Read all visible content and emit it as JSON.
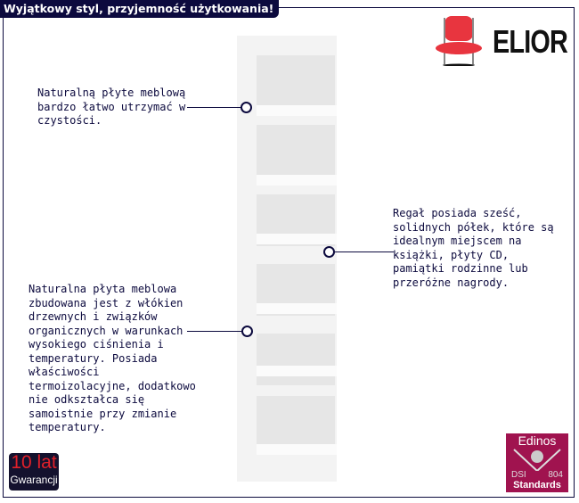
{
  "header": {
    "title": "Wyjątkowy styl, przyjemność użytkowania!"
  },
  "brand": {
    "name": "ELIOR"
  },
  "callouts": [
    "Naturalną płyte meblową bardzo łatwo utrzymać w czystości.",
    "Regał posiada sześć, solidnych półek, które są idealnym miejscem na książki, płyty CD, pamiątki rodzinne lub przeróżne nagrody.",
    "Naturalna płyta meblowa zbudowana jest z włókien drzewnych i związków organicznych w warunkach wysokiego ciśnienia i temperatury. Posiada właściwości termoizolacyjne, dodatkowo nie odkształca się samoistnie przy zmianie temperatury."
  ],
  "warranty": {
    "years": "10 lat",
    "label": "Gwarancji"
  },
  "edinos": {
    "title": "Edinos",
    "left": "DSI",
    "right": "804",
    "bottom": "Standards"
  }
}
